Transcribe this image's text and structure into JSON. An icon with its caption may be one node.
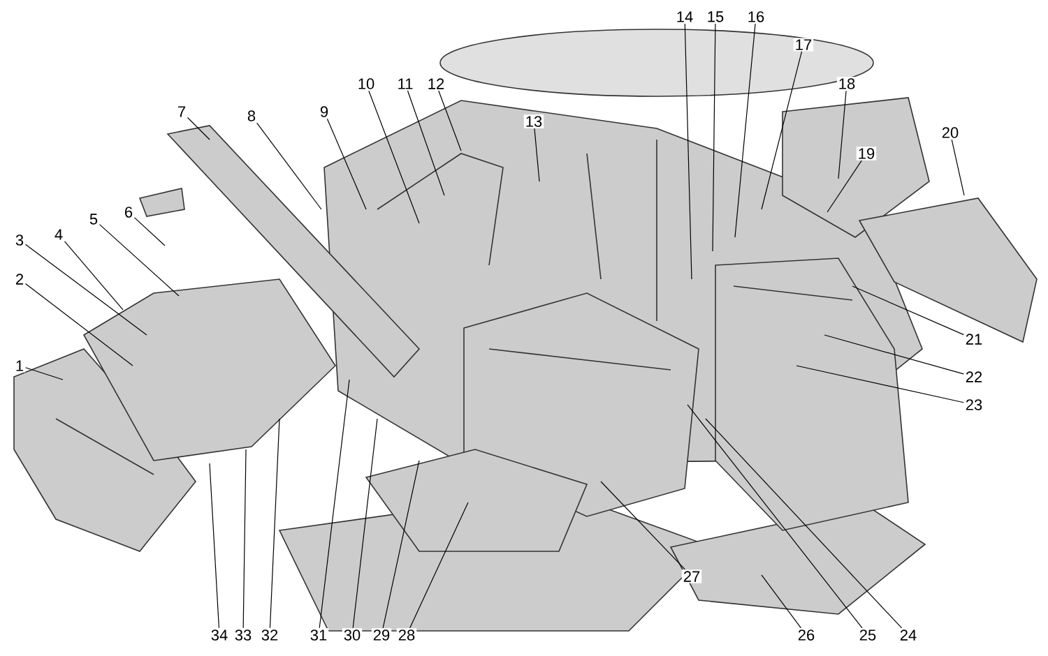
{
  "diagram": {
    "nodes": [
      {
        "text": [
          "1"
        ]
      },
      {
        "text": [
          "2"
        ]
      },
      {
        "text": [
          "3"
        ]
      },
      {
        "text": [
          "4"
        ]
      },
      {
        "text": [
          "5"
        ]
      },
      {
        "text": [
          "6"
        ]
      },
      {
        "text": [
          "7"
        ]
      },
      {
        "text": [
          "8"
        ]
      },
      {
        "text": [
          "9"
        ]
      },
      {
        "text": [
          "10"
        ]
      },
      {
        "text": [
          "11"
        ]
      },
      {
        "text": [
          "12"
        ]
      },
      {
        "text": [
          "13"
        ]
      },
      {
        "text": [
          "14"
        ]
      },
      {
        "text": [
          "15"
        ]
      },
      {
        "text": [
          "16"
        ]
      },
      {
        "text": [
          "17"
        ]
      },
      {
        "text": [
          "18"
        ]
      },
      {
        "text": [
          "19"
        ]
      },
      {
        "text": [
          "20"
        ]
      },
      {
        "text": [
          "21"
        ]
      },
      {
        "text": [
          "22"
        ]
      },
      {
        "text": [
          "23"
        ]
      },
      {
        "text": [
          "24"
        ]
      },
      {
        "text": [
          "25"
        ]
      },
      {
        "text": [
          "26"
        ]
      },
      {
        "text": [
          "27"
        ]
      },
      {
        "text": [
          "28"
        ]
      },
      {
        "text": [
          "29"
        ]
      },
      {
        "text": [
          "30"
        ]
      },
      {
        "text": [
          "31"
        ]
      },
      {
        "text": [
          "32"
        ]
      },
      {
        "text": [
          "33"
        ]
      },
      {
        "text": [
          "34"
        ]
      }
    ],
    "edges": [
      {
        "from": 0,
        "to": null,
        "arrow": "none"
      },
      {
        "from": 1,
        "to": null,
        "arrow": "none"
      },
      {
        "from": 2,
        "to": null,
        "arrow": "none"
      },
      {
        "from": 3,
        "to": null,
        "arrow": "none"
      },
      {
        "from": 4,
        "to": null,
        "arrow": "none"
      },
      {
        "from": 5,
        "to": null,
        "arrow": "none"
      },
      {
        "from": 6,
        "to": null,
        "arrow": "none"
      },
      {
        "from": 7,
        "to": null,
        "arrow": "none"
      },
      {
        "from": 8,
        "to": null,
        "arrow": "none"
      },
      {
        "from": 9,
        "to": null,
        "arrow": "none"
      },
      {
        "from": 10,
        "to": null,
        "arrow": "none"
      },
      {
        "from": 11,
        "to": null,
        "arrow": "none"
      },
      {
        "from": 12,
        "to": null,
        "arrow": "none"
      },
      {
        "from": 13,
        "to": null,
        "arrow": "none"
      },
      {
        "from": 14,
        "to": null,
        "arrow": "none"
      },
      {
        "from": 15,
        "to": null,
        "arrow": "none"
      },
      {
        "from": 16,
        "to": null,
        "arrow": "none"
      },
      {
        "from": 17,
        "to": null,
        "arrow": "none"
      },
      {
        "from": 18,
        "to": null,
        "arrow": "none"
      },
      {
        "from": 19,
        "to": null,
        "arrow": "none"
      },
      {
        "from": 20,
        "to": null,
        "arrow": "none"
      },
      {
        "from": 21,
        "to": null,
        "arrow": "none"
      },
      {
        "from": 22,
        "to": null,
        "arrow": "none"
      },
      {
        "from": 23,
        "to": null,
        "arrow": "none"
      },
      {
        "from": 24,
        "to": null,
        "arrow": "none"
      },
      {
        "from": 25,
        "to": null,
        "arrow": "none"
      },
      {
        "from": 26,
        "to": null,
        "arrow": "none"
      },
      {
        "from": 27,
        "to": null,
        "arrow": "none"
      },
      {
        "from": 28,
        "to": null,
        "arrow": "none"
      },
      {
        "from": 29,
        "to": null,
        "arrow": "none"
      },
      {
        "from": 30,
        "to": null,
        "arrow": "none"
      },
      {
        "from": 31,
        "to": null,
        "arrow": "none"
      },
      {
        "from": 32,
        "to": null,
        "arrow": "none"
      },
      {
        "from": 33,
        "to": null,
        "arrow": "none"
      }
    ]
  }
}
